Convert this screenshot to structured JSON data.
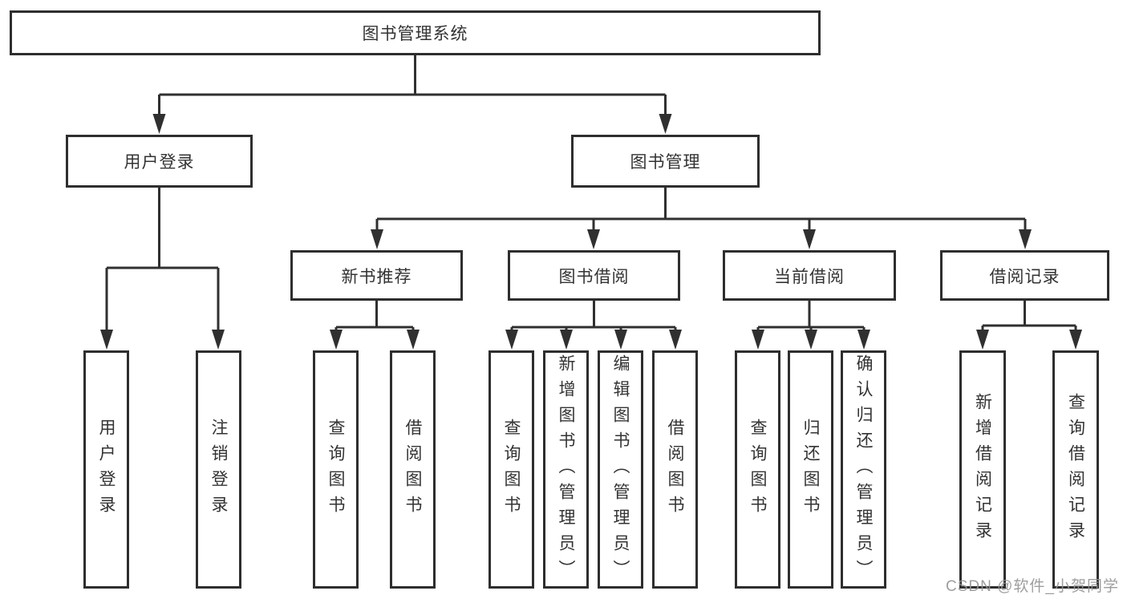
{
  "tree": {
    "root": {
      "label": "图书管理系统"
    },
    "branches": [
      {
        "label": "用户登录",
        "children": [
          {
            "label": "用户登录"
          },
          {
            "label": "注销登录"
          }
        ]
      },
      {
        "label": "图书管理",
        "children": [
          {
            "label": "新书推荐",
            "children": [
              {
                "label": "查询图书"
              },
              {
                "label": "借阅图书"
              }
            ]
          },
          {
            "label": "图书借阅",
            "children": [
              {
                "label": "查询图书"
              },
              {
                "label": "新增图书（管理员）"
              },
              {
                "label": "编辑图书（管理员）"
              },
              {
                "label": "借阅图书"
              }
            ]
          },
          {
            "label": "当前借阅",
            "children": [
              {
                "label": "查询图书"
              },
              {
                "label": "归还图书"
              },
              {
                "label": "确认归还（管理员）"
              }
            ]
          },
          {
            "label": "借阅记录",
            "children": [
              {
                "label": "新增借阅记录"
              },
              {
                "label": "查询借阅记录"
              }
            ]
          }
        ]
      }
    ]
  },
  "watermark": {
    "text": "CSDN @软件_小贺同学"
  },
  "colors": {
    "line": "#303030",
    "border": "#2e2e2e",
    "text": "#333333",
    "watermark": "#949494"
  }
}
